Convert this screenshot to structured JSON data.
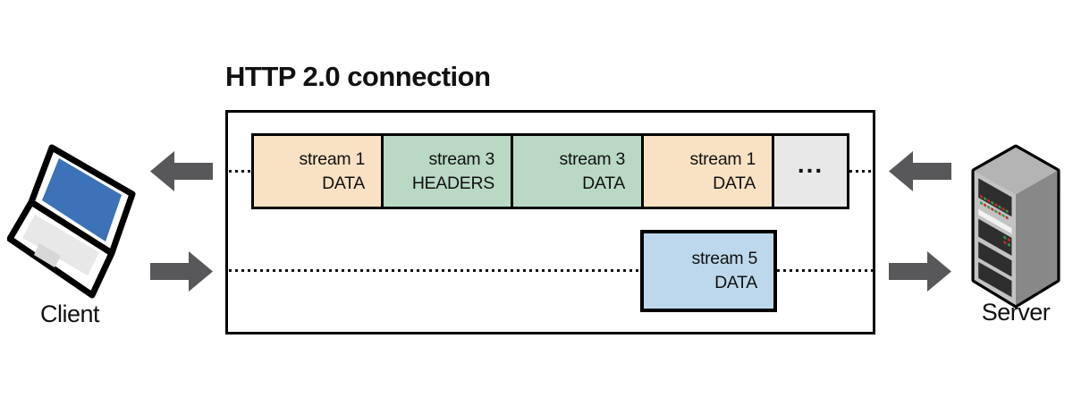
{
  "title": "HTTP 2.0 connection",
  "client": {
    "label": "Client",
    "icon": "laptop-icon"
  },
  "server": {
    "label": "Server",
    "icon": "server-tower-icon"
  },
  "connection": {
    "server_to_client_frames": [
      {
        "stream": "stream 1",
        "frame_type": "DATA",
        "color": "#f8e2c3"
      },
      {
        "stream": "stream 3",
        "frame_type": "HEADERS",
        "color": "#b9d9c5"
      },
      {
        "stream": "stream 3",
        "frame_type": "DATA",
        "color": "#b9d9c5"
      },
      {
        "stream": "stream 1",
        "frame_type": "DATA",
        "color": "#f8e2c3"
      },
      {
        "ellipsis": "...",
        "color": "#e8e8e8"
      }
    ],
    "client_to_server_frames": [
      {
        "stream": "stream 5",
        "frame_type": "DATA",
        "color": "#bdd8ec"
      }
    ]
  },
  "colors": {
    "arrow": "#58585b",
    "outline": "#000000",
    "laptop_screen": "#3b72b8",
    "frame_stream1": "#f8e2c3",
    "frame_stream3": "#b9d9c5",
    "frame_stream5": "#bdd8ec",
    "frame_ellipsis": "#e8e8e8"
  }
}
